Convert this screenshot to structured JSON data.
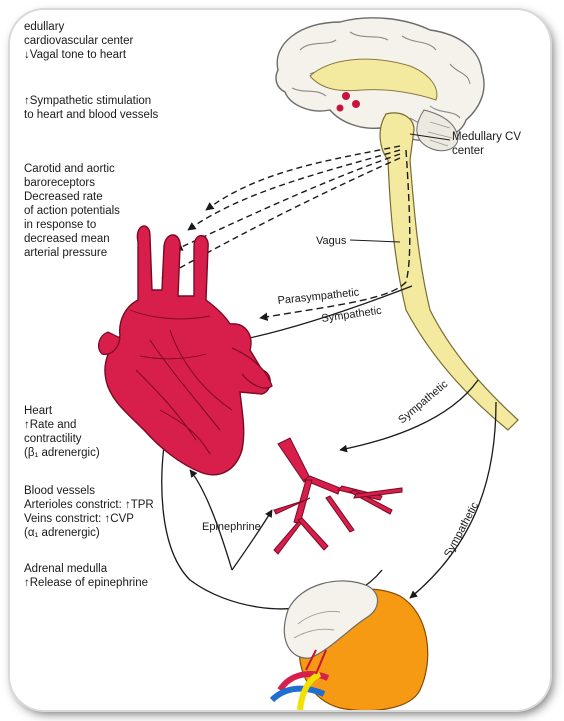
{
  "labels": {
    "medullary": [
      "edullary",
      "cardiovascular center",
      "↓Vagal tone to heart"
    ],
    "sympathetic_stim": [
      "↑Sympathetic stimulation",
      "to heart and blood vessels"
    ],
    "baroreceptors": [
      "Carotid and aortic",
      "baroreceptors",
      "Decreased rate",
      "of action potentials",
      "in response to",
      "decreased mean",
      "arterial pressure"
    ],
    "heart": [
      "Heart",
      "↑Rate and",
      "contractility",
      "(β₁ adrenergic)"
    ],
    "vessels": [
      "Blood vessels",
      "Arterioles constrict: ↑TPR",
      "Veins constrict: ↑CVP",
      "(α₁ adrenergic)"
    ],
    "adrenal": [
      "Adrenal medulla",
      "↑Release of epinephrine"
    ],
    "medullary_cv": [
      "Medullary CV",
      "center"
    ],
    "vagus": "Vagus",
    "parasympathetic": "Parasympathetic",
    "sympathetic_heart": "Sympathetic",
    "sympathetic_vessels": "Sympathetic",
    "sympathetic_adrenal": "Sympathetic",
    "epinephrine": "Epinephrine"
  },
  "colors": {
    "heart": "#d81e4a",
    "brain": "#f4f2ea",
    "spinal_cord": "#f3eaa0",
    "kidney": "#f59a12",
    "vessels": "#d81e4a"
  }
}
